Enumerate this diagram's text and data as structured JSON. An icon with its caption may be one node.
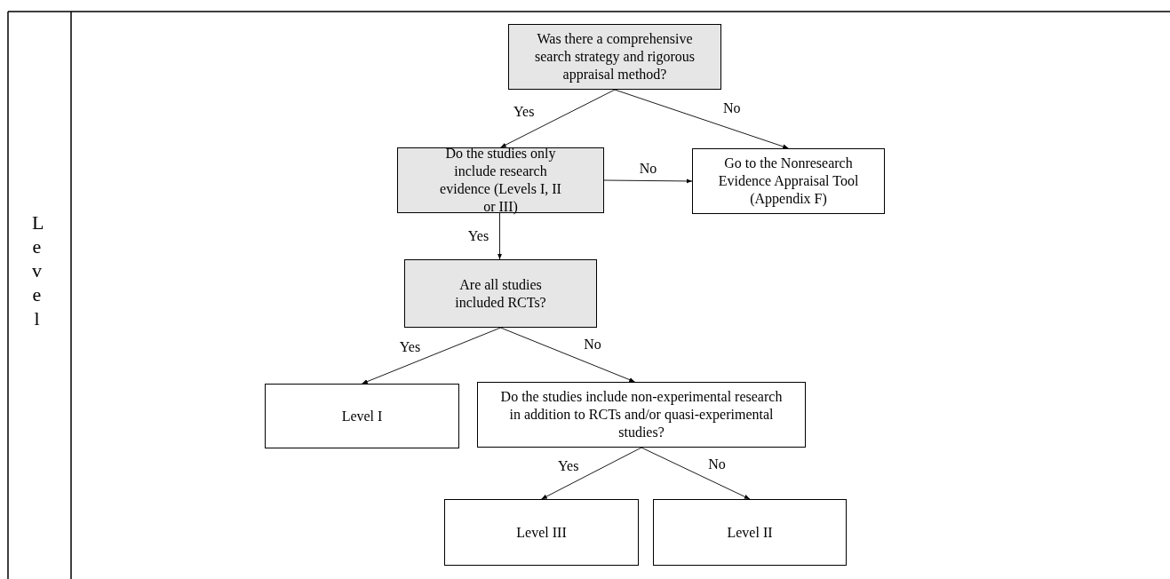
{
  "diagram": {
    "nodes": [
      {
        "text": [
          "Was there a comprehensive search strategy and rigorous appraisal method?"
        ]
      },
      {
        "text": [
          "Do the studies only include research evidence (Levels I, II or III)"
        ]
      },
      {
        "text": [
          "Go to the Nonresearch Evidence Appraisal Tool (Appendix F)"
        ]
      },
      {
        "text": [
          "Are all studies included RCTs?"
        ]
      },
      {
        "text": [
          "Level I"
        ]
      },
      {
        "text": [
          "Do the studies include non-experimental research in addition to RCTs and/or quasi-experimental studies?"
        ]
      },
      {
        "text": [
          "Level III"
        ]
      },
      {
        "text": [
          "Level II"
        ]
      }
    ],
    "edges": [
      {
        "from": 0,
        "to": 1,
        "arrow": "to",
        "label": "Yes"
      },
      {
        "from": 0,
        "to": 2,
        "arrow": "to",
        "label": "No"
      },
      {
        "from": 1,
        "to": 2,
        "arrow": "to",
        "label": "No"
      },
      {
        "from": 1,
        "to": 3,
        "arrow": "to",
        "label": "Yes"
      },
      {
        "from": 3,
        "to": 4,
        "arrow": "to",
        "label": "Yes"
      },
      {
        "from": 3,
        "to": 5,
        "arrow": "to",
        "label": "No"
      },
      {
        "from": 5,
        "to": 6,
        "arrow": "to",
        "label": "Yes"
      },
      {
        "from": 5,
        "to": 7,
        "arrow": "to",
        "label": "No"
      }
    ],
    "labels": [
      "Level"
    ]
  }
}
